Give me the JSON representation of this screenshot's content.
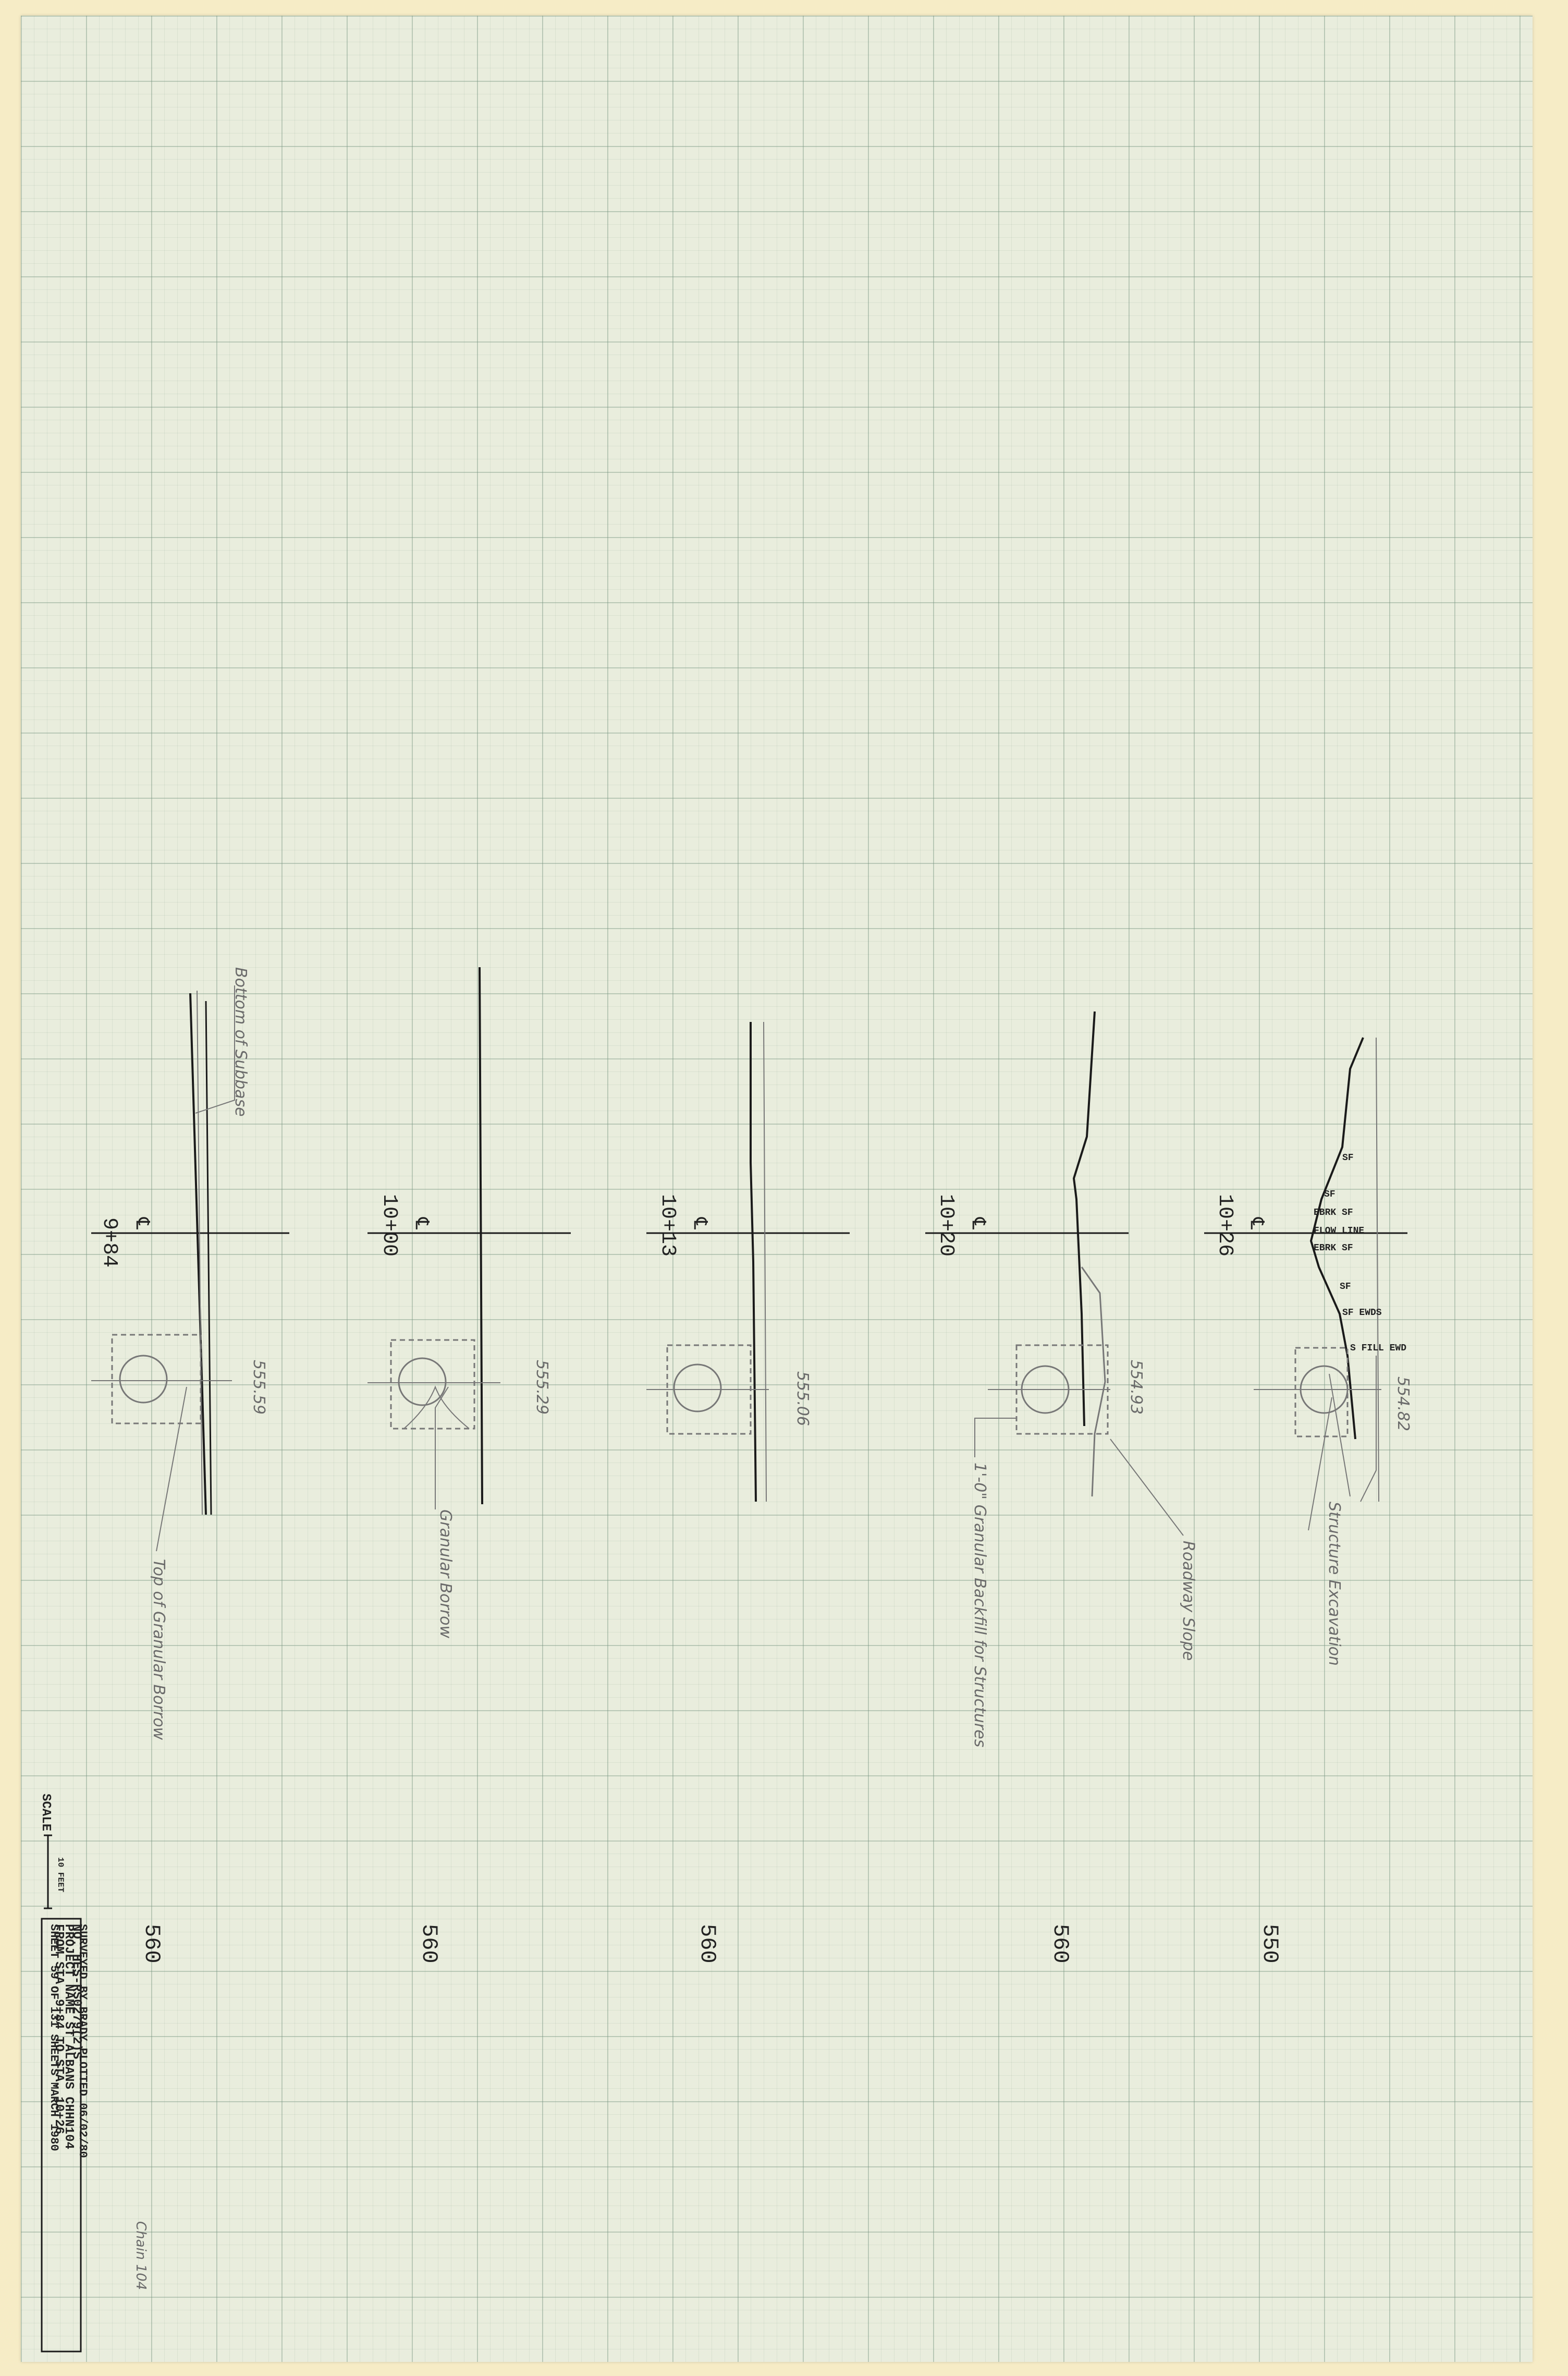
{
  "title_block": {
    "line1": "FROM STA. 9+84    TO STA. 10+26",
    "line2": "PROJECT NAME    ST ALBANS CHHN104",
    "line3": "    NO.  HES-RS0279(2)S",
    "line4": "SURVEYED BY  BRADY   PLOTTED 06/02/80",
    "line5": "SHEET 59 OF 131 SHEETS     MARCH 1980"
  },
  "handwritten_note": "Chain 104",
  "scale": {
    "label": "SCALE",
    "value": "10 FEET"
  },
  "sections": [
    {
      "station": "9+84",
      "centerline_symbol": "℄",
      "elevation_text": "555.59",
      "datum": "560",
      "annotations": [
        "Bottom of Subbase",
        "Top of Granular Borrow"
      ]
    },
    {
      "station": "10+00",
      "centerline_symbol": "℄",
      "elevation_text": "555.29",
      "datum": "560",
      "annotations": [
        "Granular Borrow"
      ]
    },
    {
      "station": "10+13",
      "centerline_symbol": "℄",
      "elevation_text": "555.06",
      "datum": "560",
      "annotations": []
    },
    {
      "station": "10+20",
      "centerline_symbol": "℄",
      "elevation_text": "554.93",
      "datum": "560",
      "annotations": [
        "1'-0\" Granular Backfill for Structures",
        "Roadway Slope"
      ]
    },
    {
      "station": "10+26",
      "centerline_symbol": "℄",
      "elevation_text": "554.82",
      "datum": "550",
      "annotations": [
        "Structure Excavation"
      ],
      "plotter_labels": [
        "SF",
        "SF",
        "EBRK SF",
        "FLOW LINE",
        "EBRK SF",
        "SF",
        "SF EWDS",
        "S FILL EWD"
      ]
    }
  ]
}
